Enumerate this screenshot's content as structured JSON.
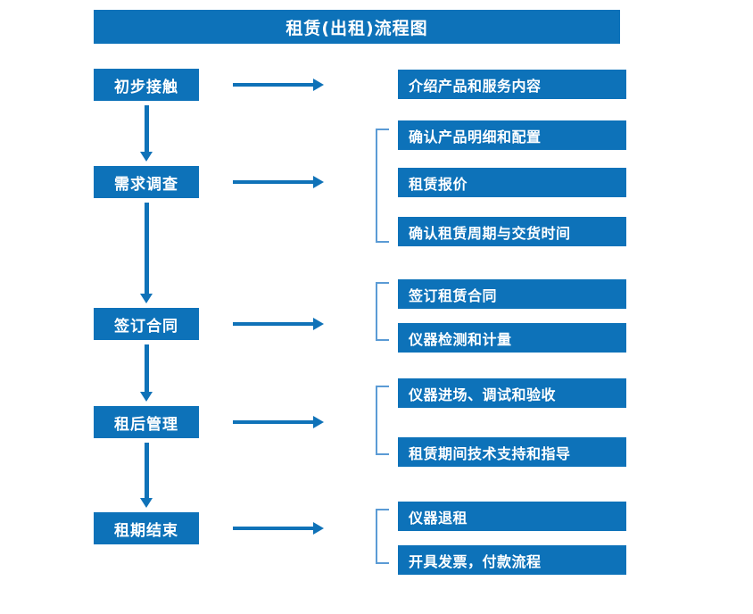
{
  "title": "租赁(出租)流程图",
  "colors": {
    "box_blue": "#0d72b9",
    "arrow_blue": "#0f72b8",
    "bracket_blue": "#5b9bd5",
    "text_white": "#ffffff",
    "background": "#ffffff"
  },
  "stages": [
    {
      "label": "初步接触"
    },
    {
      "label": "需求调查"
    },
    {
      "label": "签订合同"
    },
    {
      "label": "租后管理"
    },
    {
      "label": "租期结束"
    }
  ],
  "details": [
    {
      "label": "介绍产品和服务内容"
    },
    {
      "label": "确认产品明细和配置"
    },
    {
      "label": "租赁报价"
    },
    {
      "label": "确认租赁周期与交货时间"
    },
    {
      "label": "签订租赁合同"
    },
    {
      "label": "仪器检测和计量"
    },
    {
      "label": "仪器进场、调试和验收"
    },
    {
      "label": "租赁期间技术支持和指导"
    },
    {
      "label": "仪器退租"
    },
    {
      "label": "开具发票，付款流程"
    }
  ],
  "groups": [
    {
      "stage": "需求调查",
      "details": [
        "确认产品明细和配置",
        "租赁报价",
        "确认租赁周期与交货时间"
      ]
    },
    {
      "stage": "签订合同",
      "details": [
        "签订租赁合同",
        "仪器检测和计量"
      ]
    },
    {
      "stage": "租后管理",
      "details": [
        "仪器进场、调试和验收",
        "租赁期间技术支持和指导"
      ]
    },
    {
      "stage": "租期结束",
      "details": [
        "仪器退租",
        "开具发票，付款流程"
      ]
    }
  ],
  "connectors": {
    "horizontal_arrow_count": 5,
    "vertical_arrow_count": 4,
    "bracket_count": 4
  }
}
